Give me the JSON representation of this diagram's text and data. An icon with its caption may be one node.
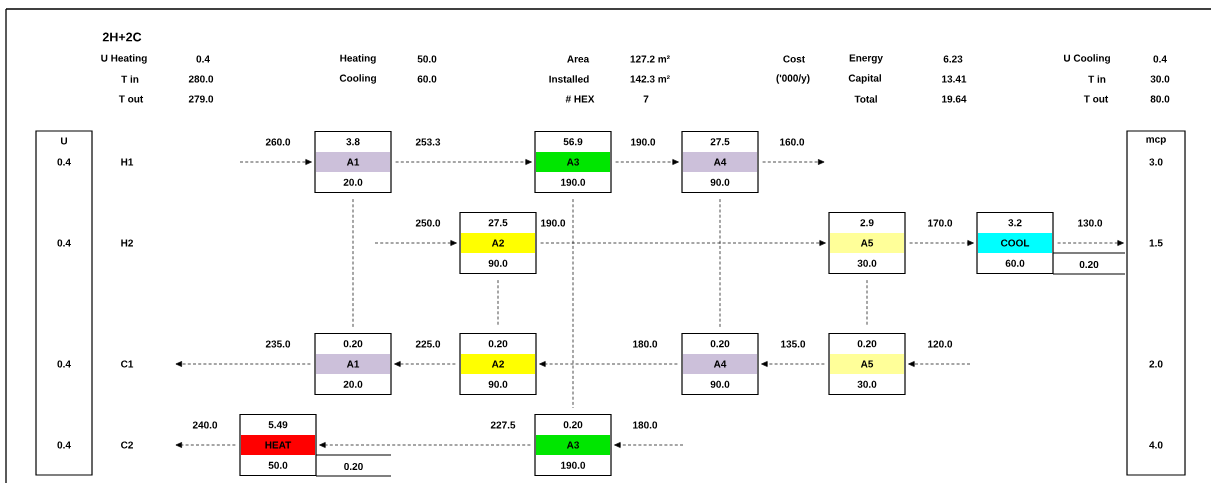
{
  "diagram": {
    "title": "2H+2C",
    "nodes": [
      {
        "text": [
          "U",
          "0.4",
          "0.4",
          "0.4",
          "0.4"
        ]
      },
      {
        "text": [
          "mcp",
          "3.0",
          "1.5",
          "2.0",
          "4.0"
        ]
      },
      {
        "text": [
          "3.8",
          "A1",
          "20.0"
        ]
      },
      {
        "text": [
          "56.9",
          "A3",
          "190.0"
        ]
      },
      {
        "text": [
          "27.5",
          "A4",
          "90.0"
        ]
      },
      {
        "text": [
          "27.5",
          "A2",
          "90.0"
        ]
      },
      {
        "text": [
          "2.9",
          "A5",
          "30.0"
        ]
      },
      {
        "text": [
          "3.2",
          "COOL",
          "60.0"
        ],
        "beside": [
          "0.20"
        ]
      },
      {
        "text": [
          "0.20",
          "A1",
          "20.0"
        ]
      },
      {
        "text": [
          "0.20",
          "A2",
          "90.0"
        ]
      },
      {
        "text": [
          "0.20",
          "A4",
          "90.0"
        ]
      },
      {
        "text": [
          "0.20",
          "A5",
          "30.0"
        ]
      },
      {
        "text": [
          "5.49",
          "HEAT",
          "50.0"
        ],
        "beside": [
          "0.20"
        ]
      },
      {
        "text": [
          "0.20",
          "A3",
          "190.0"
        ]
      }
    ],
    "edges": [
      {
        "from": null,
        "to": 2,
        "arrow": "to",
        "label": "260.0",
        "style": "dashed"
      },
      {
        "from": 2,
        "to": 3,
        "arrow": "to",
        "label": "253.3",
        "style": "dashed"
      },
      {
        "from": 3,
        "to": 4,
        "arrow": "to",
        "label": "190.0",
        "style": "dashed"
      },
      {
        "from": 4,
        "to": null,
        "arrow": "to",
        "label": "160.0",
        "style": "dashed"
      },
      {
        "from": null,
        "to": 5,
        "arrow": "to",
        "label": "250.0",
        "style": "dashed"
      },
      {
        "from": 5,
        "to": 6,
        "arrow": "to",
        "label": "190.0",
        "style": "dashed"
      },
      {
        "from": 6,
        "to": 7,
        "arrow": "to",
        "label": "170.0",
        "style": "dashed"
      },
      {
        "from": 7,
        "to": 1,
        "arrow": "to",
        "label": "130.0",
        "style": "dashed"
      },
      {
        "from": null,
        "to": 11,
        "arrow": "to",
        "label": "120.0",
        "style": "dashed"
      },
      {
        "from": 11,
        "to": 10,
        "arrow": "to",
        "label": "135.0",
        "style": "dashed"
      },
      {
        "from": 10,
        "to": 9,
        "arrow": "to",
        "label": "180.0",
        "style": "dashed"
      },
      {
        "from": 9,
        "to": 8,
        "arrow": "to",
        "label": "225.0",
        "style": "dashed"
      },
      {
        "from": 8,
        "to": null,
        "arrow": "to",
        "label": "235.0",
        "style": "dashed"
      },
      {
        "from": null,
        "to": 13,
        "arrow": "to",
        "label": "180.0",
        "style": "dashed"
      },
      {
        "from": 13,
        "to": 12,
        "arrow": "to",
        "label": "227.5",
        "style": "dashed"
      },
      {
        "from": 12,
        "to": null,
        "arrow": "to",
        "label": "240.0",
        "style": "dashed"
      },
      {
        "from": 2,
        "to": 8,
        "arrow": "none",
        "style": "dashed"
      },
      {
        "from": 3,
        "to": 13,
        "arrow": "none",
        "style": "dashed"
      },
      {
        "from": 4,
        "to": 10,
        "arrow": "none",
        "style": "dashed"
      },
      {
        "from": 5,
        "to": 9,
        "arrow": "none",
        "style": "dashed"
      },
      {
        "from": 6,
        "to": 11,
        "arrow": "none",
        "style": "dashed"
      }
    ],
    "labels": [
      "U Heating",
      "0.4",
      "Heating",
      "50.0",
      "Area",
      "127.2 m²",
      "Cost",
      "Energy",
      "6.23",
      "U Cooling",
      "0.4",
      "T in",
      "280.0",
      "Cooling",
      "60.0",
      "Installed",
      "142.3 m²",
      "('000/y)",
      "Capital",
      "13.41",
      "T in",
      "30.0",
      "T out",
      "279.0",
      "# HEX",
      "7",
      "Total",
      "19.64",
      "T out",
      "80.0",
      "H1",
      "H2",
      "C1",
      "C2"
    ]
  }
}
